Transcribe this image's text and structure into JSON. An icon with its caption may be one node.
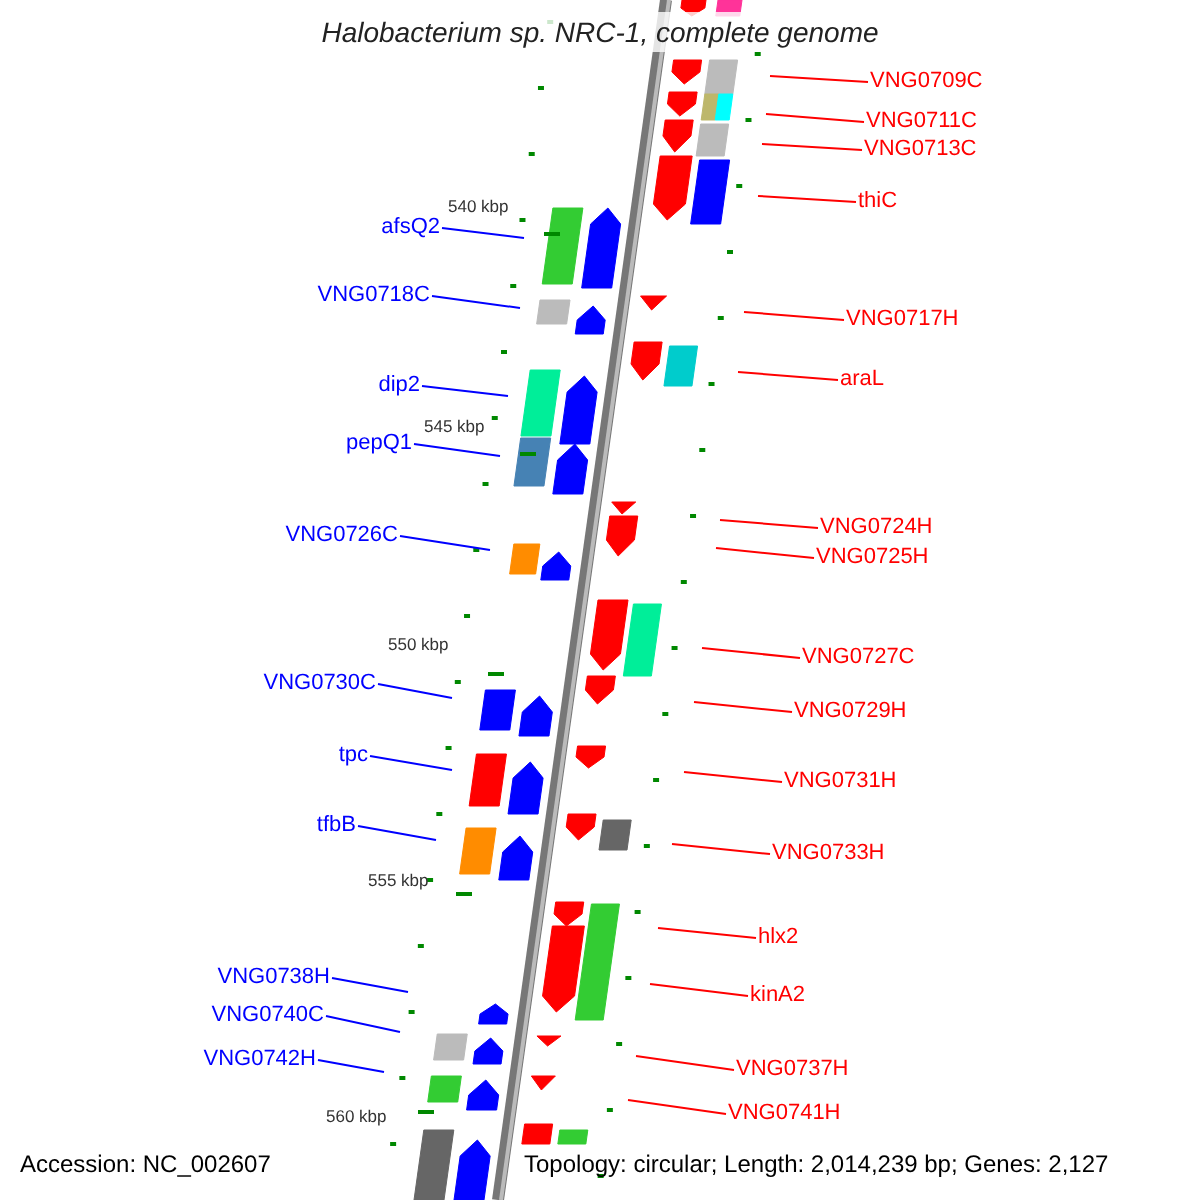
{
  "diagram": {
    "title": "Halobacterium sp. NRC-1, complete genome",
    "nodes": [
      {
        "text": [
          "VNG0709C"
        ]
      },
      {
        "text": [
          "VNG0711C"
        ]
      },
      {
        "text": [
          "VNG0713C"
        ]
      },
      {
        "text": [
          "thiC"
        ]
      },
      {
        "text": [
          "afsQ2"
        ]
      },
      {
        "text": [
          "VNG0718C"
        ]
      },
      {
        "text": [
          "VNG0717H"
        ]
      },
      {
        "text": [
          "araL"
        ]
      },
      {
        "text": [
          "dip2"
        ]
      },
      {
        "text": [
          "pepQ1"
        ]
      },
      {
        "text": [
          "VNG0724H"
        ]
      },
      {
        "text": [
          "VNG0726C"
        ]
      },
      {
        "text": [
          "VNG0725H"
        ]
      },
      {
        "text": [
          "VNG0727C"
        ]
      },
      {
        "text": [
          "VNG0730C"
        ]
      },
      {
        "text": [
          "VNG0729H"
        ]
      },
      {
        "text": [
          "tpc"
        ]
      },
      {
        "text": [
          "VNG0731H"
        ]
      },
      {
        "text": [
          "tfbB"
        ]
      },
      {
        "text": [
          "VNG0733H"
        ]
      },
      {
        "text": [
          "hlx2"
        ]
      },
      {
        "text": [
          "VNG0738H"
        ]
      },
      {
        "text": [
          "kinA2"
        ]
      },
      {
        "text": [
          "VNG0740C"
        ]
      },
      {
        "text": [
          "VNG0742H"
        ]
      },
      {
        "text": [
          "VNG0737H"
        ]
      },
      {
        "text": [
          "VNG0741H"
        ]
      }
    ],
    "edges": [
      {
        "from": 0,
        "to": null,
        "arrow": "none"
      },
      {
        "from": 1,
        "to": null,
        "arrow": "none"
      },
      {
        "from": 2,
        "to": null,
        "arrow": "none"
      },
      {
        "from": 3,
        "to": null,
        "arrow": "none"
      },
      {
        "from": 4,
        "to": null,
        "arrow": "none",
        "color": "#0000ff"
      },
      {
        "from": 5,
        "to": null,
        "arrow": "none",
        "color": "#0000ff"
      },
      {
        "from": 6,
        "to": null,
        "arrow": "none"
      },
      {
        "from": 7,
        "to": null,
        "arrow": "none"
      },
      {
        "from": 8,
        "to": null,
        "arrow": "none",
        "color": "#0000ff"
      },
      {
        "from": 9,
        "to": null,
        "arrow": "none",
        "color": "#0000ff"
      },
      {
        "from": 10,
        "to": null,
        "arrow": "none"
      },
      {
        "from": 11,
        "to": null,
        "arrow": "none",
        "color": "#0000ff"
      },
      {
        "from": 12,
        "to": null,
        "arrow": "none"
      },
      {
        "from": 13,
        "to": null,
        "arrow": "none"
      },
      {
        "from": 14,
        "to": null,
        "arrow": "none",
        "color": "#0000ff"
      },
      {
        "from": 15,
        "to": null,
        "arrow": "none"
      },
      {
        "from": 16,
        "to": null,
        "arrow": "none",
        "color": "#0000ff"
      },
      {
        "from": 17,
        "to": null,
        "arrow": "none"
      },
      {
        "from": 18,
        "to": null,
        "arrow": "none",
        "color": "#0000ff"
      },
      {
        "from": 19,
        "to": null,
        "arrow": "none"
      },
      {
        "from": 20,
        "to": null,
        "arrow": "none"
      },
      {
        "from": 21,
        "to": null,
        "arrow": "none",
        "color": "#0000ff"
      },
      {
        "from": 22,
        "to": null,
        "arrow": "none"
      },
      {
        "from": 23,
        "to": null,
        "arrow": "none",
        "color": "#0000ff"
      },
      {
        "from": 24,
        "to": null,
        "arrow": "none",
        "color": "#0000ff"
      },
      {
        "from": 25,
        "to": null,
        "arrow": "none"
      },
      {
        "from": 26,
        "to": null,
        "arrow": "none"
      }
    ],
    "labels": [
      "540 kbp",
      "545 kbp",
      "550 kbp",
      "555 kbp",
      "560 kbp",
      "Accession: NC_002607",
      "Topology: circular; Length: 2,014,239 bp; Genes: 2,127"
    ]
  }
}
